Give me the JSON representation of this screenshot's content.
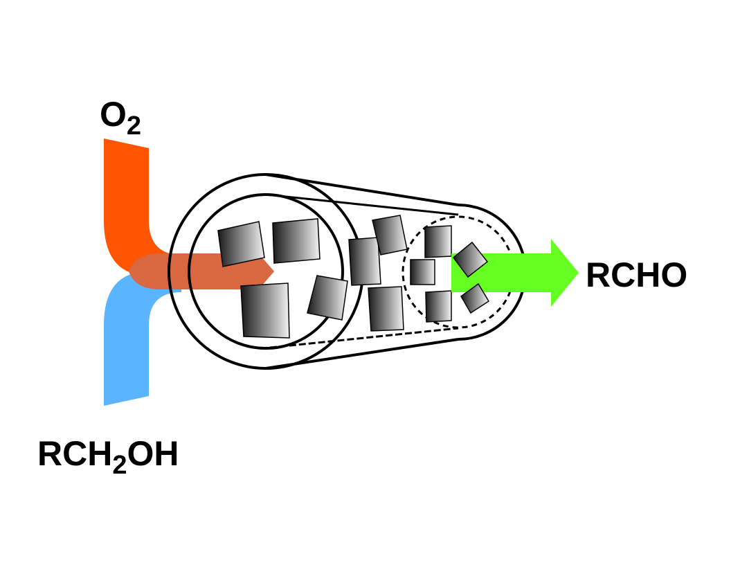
{
  "labels": {
    "oxygen": {
      "main": "O",
      "sub": "2"
    },
    "alcohol": {
      "pre": "RCH",
      "sub": "2",
      "post": "OH"
    },
    "product": "RCHO"
  },
  "colors": {
    "oxygen_stream": "#ff5500",
    "alcohol_stream": "#5ab4ff",
    "mixed_stream": "#d9673f",
    "product_stream": "#66ff22",
    "outline": "#000000",
    "particle_dark": "#1a1a1a",
    "particle_light": "#f2f2f2"
  },
  "icons": {
    "reactor": "packed-bed-reactor-icon",
    "particles": "catalyst-particle-icon"
  }
}
